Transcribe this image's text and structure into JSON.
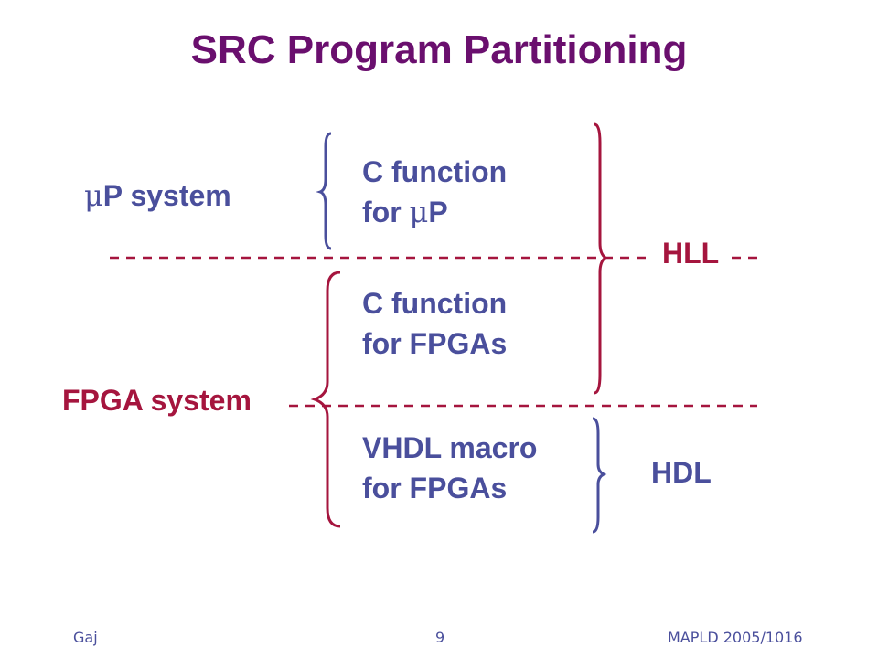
{
  "slide": {
    "title": "SRC Program Partitioning",
    "left_labels": {
      "up_system_mu": "μ",
      "up_system_rest": "P system",
      "fpga_system": "FPGA system"
    },
    "blocks": {
      "c_up_line1": "C function",
      "c_up_line2_prefix": "for ",
      "c_up_line2_mu": "μ",
      "c_up_line2_suffix": "P",
      "c_fpga_line1": "C function",
      "c_fpga_line2": "for FPGAs",
      "vhdl_line1": "VHDL macro",
      "vhdl_line2": "for FPGAs"
    },
    "right_labels": {
      "hll": "HLL",
      "hdl": "HDL"
    },
    "colors": {
      "title": "#6a0f6e",
      "blue": "#4a4f9c",
      "red": "#a5153e"
    },
    "footer": {
      "left": "Gaj",
      "page": "9",
      "right": "MAPLD 2005/1016"
    }
  }
}
